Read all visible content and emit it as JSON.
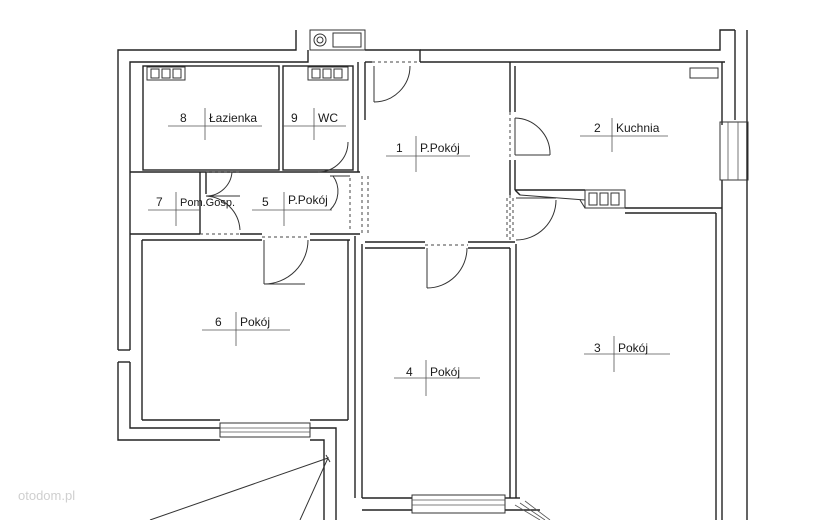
{
  "rooms": [
    {
      "number": "1",
      "label": "P.Pokój"
    },
    {
      "number": "2",
      "label": "Kuchnia"
    },
    {
      "number": "3",
      "label": "Pokój"
    },
    {
      "number": "4",
      "label": "Pokój"
    },
    {
      "number": "5",
      "label": "P.Pokój"
    },
    {
      "number": "6",
      "label": "Pokój"
    },
    {
      "number": "7",
      "label": "Pom.Gosp."
    },
    {
      "number": "8",
      "label": "Łazienka"
    },
    {
      "number": "9",
      "label": "WC"
    }
  ],
  "watermark": "otodom.pl",
  "colors": {
    "line": "#222222",
    "background": "#ffffff"
  }
}
